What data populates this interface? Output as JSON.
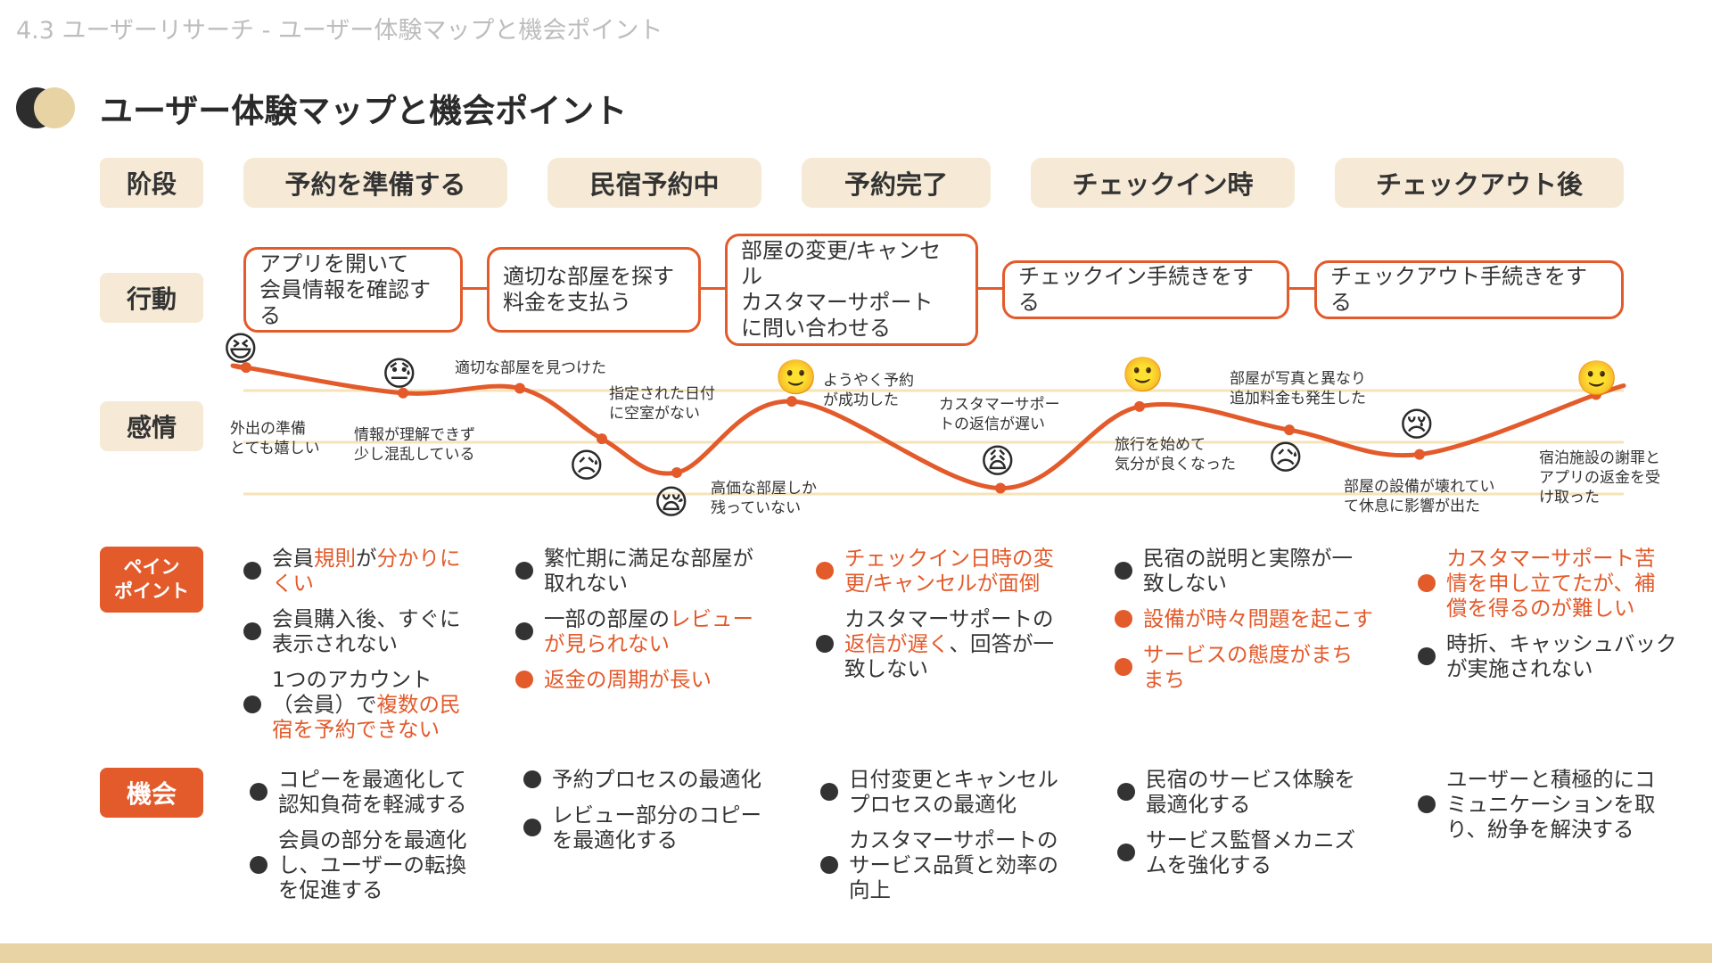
{
  "breadcrumb": "4.3 ユーザーリサーチ - ユーザー体験マップと機会ポイント",
  "title": "ユーザー体験マップと機会ポイント",
  "colors": {
    "accent": "#e35a2b",
    "beige": "#f6ead6",
    "gold": "#e8d3a4",
    "guide": "#f6e3b8"
  },
  "row_labels": {
    "stage": "阶段",
    "action": "行動",
    "emotion": "感情",
    "pain": "ペイン\nポイント",
    "opportunity": "機会"
  },
  "stages": [
    "予約を準備する",
    "民宿予約中",
    "予約完了",
    "チェックイン時",
    "チェックアウト後"
  ],
  "actions": [
    "アプリを開いて\n会員情報を確認する",
    "適切な部屋を探す\n料金を支払う",
    "部屋の変更/キャンセル\nカスタマーサポート\nに問い合わせる",
    "チェックイン手続きをする",
    "チェックアウト手続きをする"
  ],
  "chart_data": {
    "type": "line",
    "ylim": [
      0,
      3
    ],
    "series": [
      {
        "values": [
          2.62,
          2.13,
          2.22,
          1.25,
          0.6,
          1.97,
          0.3,
          1.87,
          1.42,
          0.95,
          2.1
        ]
      }
    ],
    "annotations": [
      {
        "text": "外出の準備\nとても嬉しい",
        "emoji": "😆"
      },
      {
        "text": "情報が理解できず\n少し混乱している",
        "emoji": "😓"
      },
      {
        "text": "適切な部屋を見つけた",
        "emoji": ""
      },
      {
        "text": "指定された日付\nに空室がない",
        "emoji": "😥"
      },
      {
        "text": "高価な部屋しか\n残っていない",
        "emoji": "😪"
      },
      {
        "text": "ようやく予約\nが成功した",
        "emoji": "🙂"
      },
      {
        "text": "カスタマーサポー\nトの返信が遅い",
        "emoji": "😩"
      },
      {
        "text": "旅行を始めて\n気分が良くなった",
        "emoji": "🙂"
      },
      {
        "text": "部屋が写真と異なり\n追加料金も発生した",
        "emoji": "😥"
      },
      {
        "text": "部屋の設備が壊れてい\nて休息に影響が出た",
        "emoji": "😢"
      },
      {
        "text": "宿泊施設の謝罪と\nアプリの返金を受\nけ取った",
        "emoji": "🙂"
      }
    ]
  },
  "pain_points": [
    [
      {
        "hot": false,
        "parts": [
          {
            "t": "会員"
          },
          {
            "t": "規則",
            "hl": true
          },
          {
            "t": "が"
          },
          {
            "t": "分かりに\nくい",
            "hl": true
          }
        ]
      },
      {
        "hot": false,
        "parts": [
          {
            "t": "会員購入後、すぐに\n表示されない"
          }
        ]
      },
      {
        "hot": false,
        "parts": [
          {
            "t": "1つのアカウント\n（会員）で"
          },
          {
            "t": "複数の民\n宿を予約できない",
            "hl": true
          }
        ]
      }
    ],
    [
      {
        "hot": false,
        "parts": [
          {
            "t": "繁忙期に満足な部屋が\n取れない"
          }
        ]
      },
      {
        "hot": false,
        "parts": [
          {
            "t": "一部の部屋の"
          },
          {
            "t": "レビュー\nが見られない",
            "hl": true
          }
        ]
      },
      {
        "hot": true,
        "parts": [
          {
            "t": "返金の周期が長い"
          }
        ]
      }
    ],
    [
      {
        "hot": true,
        "parts": [
          {
            "t": "チェックイン日時の変\n更/キャンセルが面倒"
          }
        ]
      },
      {
        "hot": false,
        "parts": [
          {
            "t": "カスタマーサポートの\n"
          },
          {
            "t": "返信が遅く",
            "hl": true
          },
          {
            "t": "、回答が一\n致しない"
          }
        ]
      }
    ],
    [
      {
        "hot": false,
        "parts": [
          {
            "t": "民宿の説明と実際が一\n致しない"
          }
        ]
      },
      {
        "hot": true,
        "parts": [
          {
            "t": "設備が時々問題を起こす"
          }
        ]
      },
      {
        "hot": true,
        "parts": [
          {
            "t": "サービスの態度がまち\nまち"
          }
        ]
      }
    ],
    [
      {
        "hot": true,
        "parts": [
          {
            "t": "カスタマーサポート苦\n情を申し立てたが、補\n償を得るのが難しい"
          }
        ]
      },
      {
        "hot": false,
        "parts": [
          {
            "t": "時折、キャッシュバック\nが実施されない"
          }
        ]
      }
    ]
  ],
  "opportunities": [
    [
      "コピーを最適化して\n認知負荷を軽減する",
      "会員の部分を最適化\nし、ユーザーの転換\nを促進する"
    ],
    [
      "予約プロセスの最適化",
      "レビュー部分のコピー\nを最適化する"
    ],
    [
      "日付変更とキャンセル\nプロセスの最適化",
      "カスタマーサポートの\nサービス品質と効率の\n向上"
    ],
    [
      "民宿のサービス体験を\n最適化する",
      "サービス監督メカニズ\nムを強化する"
    ],
    [
      "ユーザーと積極的にコ\nミュニケーションを取\nり、紛争を解決する"
    ]
  ]
}
